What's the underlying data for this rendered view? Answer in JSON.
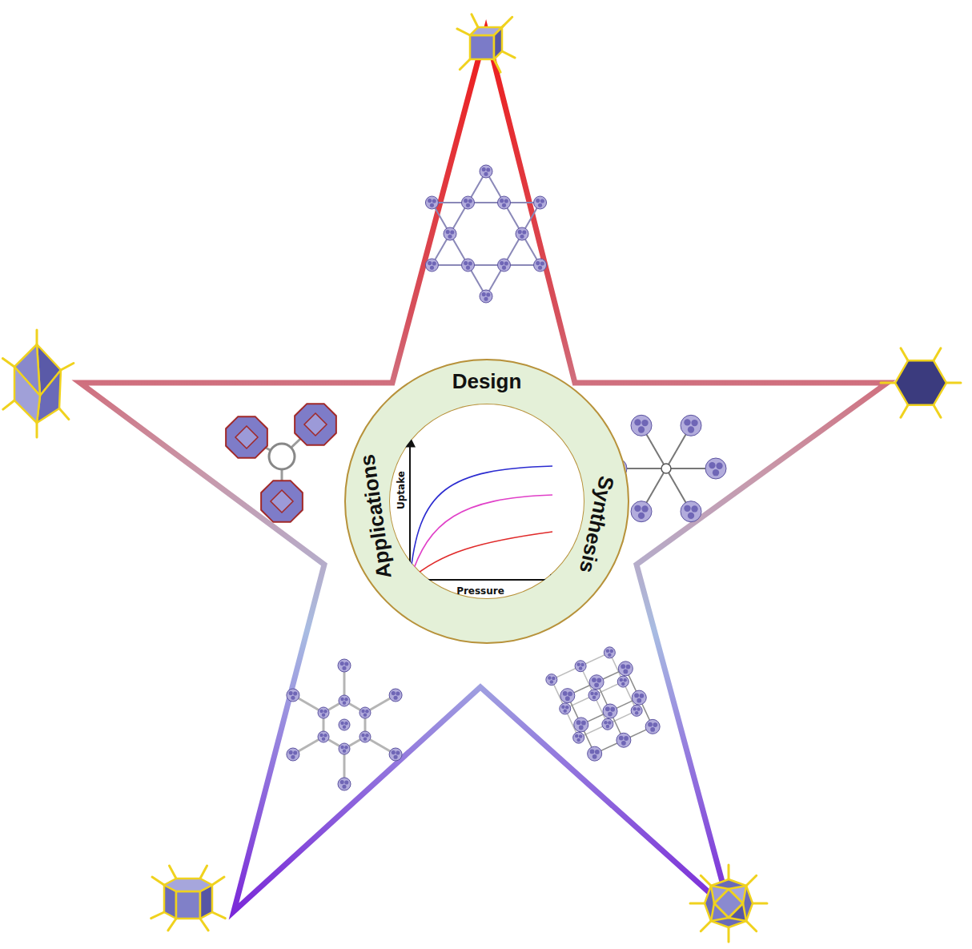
{
  "diagram": {
    "nodes": [
      {
        "text": [
          "Design",
          "Synthesis",
          "Applications"
        ]
      }
    ],
    "labels": [
      "Uptake",
      "Pressure"
    ]
  }
}
